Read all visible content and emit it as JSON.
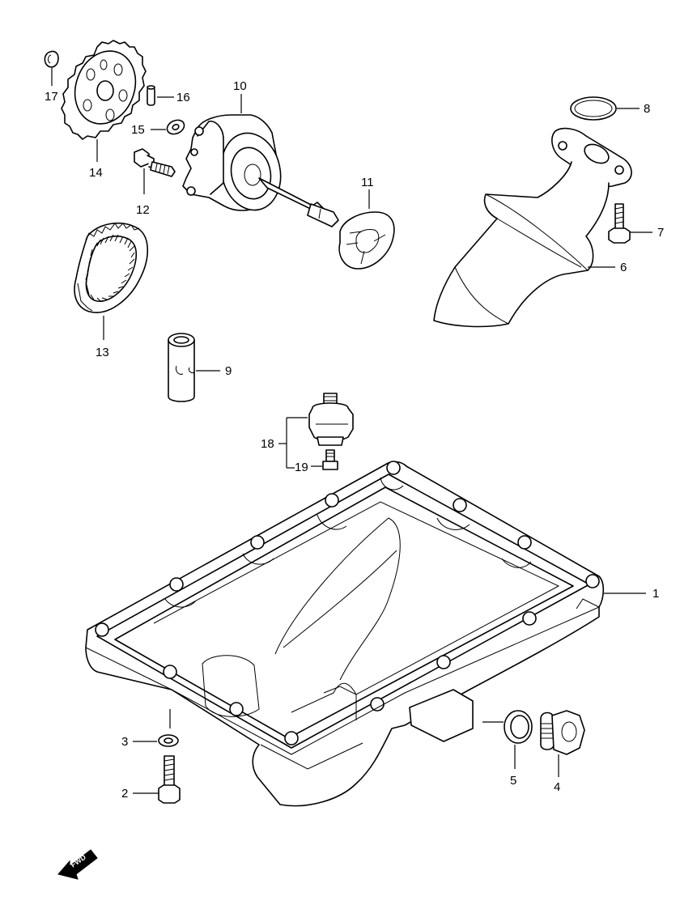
{
  "parts": [
    {
      "id": "1",
      "label": "1"
    },
    {
      "id": "2",
      "label": "2"
    },
    {
      "id": "3",
      "label": "3"
    },
    {
      "id": "4",
      "label": "4"
    },
    {
      "id": "5",
      "label": "5"
    },
    {
      "id": "6",
      "label": "6"
    },
    {
      "id": "7",
      "label": "7"
    },
    {
      "id": "8",
      "label": "8"
    },
    {
      "id": "9",
      "label": "9"
    },
    {
      "id": "10",
      "label": "10"
    },
    {
      "id": "11",
      "label": "11"
    },
    {
      "id": "12",
      "label": "12"
    },
    {
      "id": "13",
      "label": "13"
    },
    {
      "id": "14",
      "label": "14"
    },
    {
      "id": "15",
      "label": "15"
    },
    {
      "id": "16",
      "label": "16"
    },
    {
      "id": "17",
      "label": "17"
    },
    {
      "id": "18",
      "label": "18"
    },
    {
      "id": "19",
      "label": "19"
    }
  ],
  "direction_marker": {
    "text": "FWD"
  }
}
